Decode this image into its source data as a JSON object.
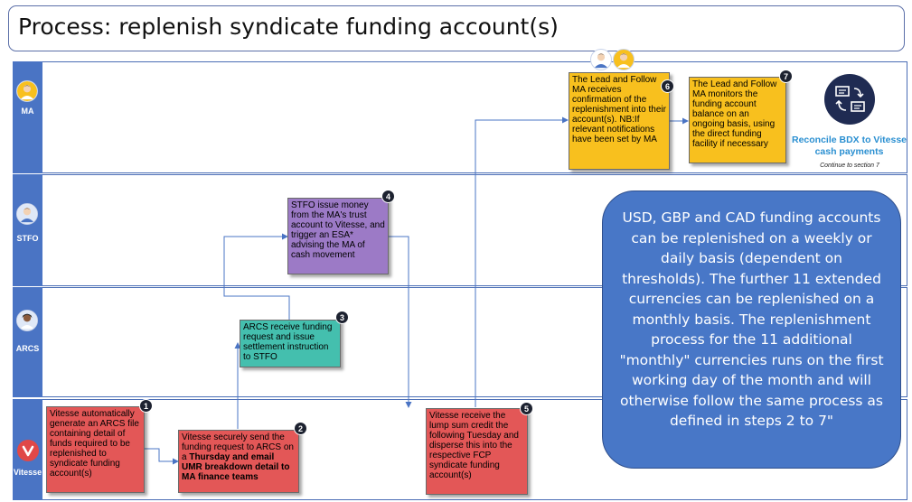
{
  "title": "Process: replenish syndicate funding account(s)",
  "lanes": {
    "ma": "MA",
    "stfo": "STFO",
    "arcs": "ARCS",
    "vitesse": "Vitesse"
  },
  "steps": {
    "s1": {
      "number": "1",
      "text": "Vitesse automatically generate an ARCS file containing detail of funds required to be replenished to syndicate funding account(s)"
    },
    "s2": {
      "number": "2",
      "text_a": "Vitesse securely send the funding request to ARCS on a ",
      "text_b": "Thursday and email UMR breakdown detail to MA finance teams"
    },
    "s3": {
      "number": "3",
      "text": "ARCS receive funding request and issue settlement instruction to STFO"
    },
    "s4": {
      "number": "4",
      "text": "STFO issue money from the MA's trust account to Vitesse, and trigger an ESA* advising the MA of cash movement"
    },
    "s5": {
      "number": "5",
      "text": "Vitesse receive the lump sum credit the following Tuesday and disperse this into the respective FCP syndicate funding account(s)"
    },
    "s6": {
      "number": "6",
      "text": "The Lead and Follow MA receives confirmation of the replenishment into their account(s). NB:If relevant notifications have been set by MA"
    },
    "s7": {
      "number": "7",
      "text": "The Lead and Follow MA monitors the funding account balance on an ongoing basis, using the direct funding facility if necessary"
    }
  },
  "reconcile": {
    "label": "Reconcile BDX to Vitesse cash payments",
    "continue": "Continue to section 7"
  },
  "note": "USD, GBP and CAD funding accounts can be replenished on a weekly or daily basis (dependent on thresholds). The further 11 extended currencies can be replenished on a monthly basis. The replenishment process for the 11 additional \"monthly\" currencies runs on the first working day of the month and will otherwise follow the same process as defined in steps 2 to 7\"",
  "colors": {
    "lane_bar": "#4a74c4",
    "step_red": "#e35757",
    "step_teal": "#44bfae",
    "step_purple": "#9c7ac6",
    "step_yellow": "#f8c01e",
    "note_blue": "#4877c7",
    "badge": "#1d2230",
    "vitesse_logo": "#e04848"
  },
  "icons": {
    "ma_avatar": "person-avatar-icon",
    "stfo_avatar": "person-avatar-icon",
    "arcs_avatar": "person-avatar-icon",
    "vitesse_logo": "vitesse-logo-icon",
    "reconcile": "reconcile-documents-icon",
    "step6_people": "two-people-icon"
  }
}
